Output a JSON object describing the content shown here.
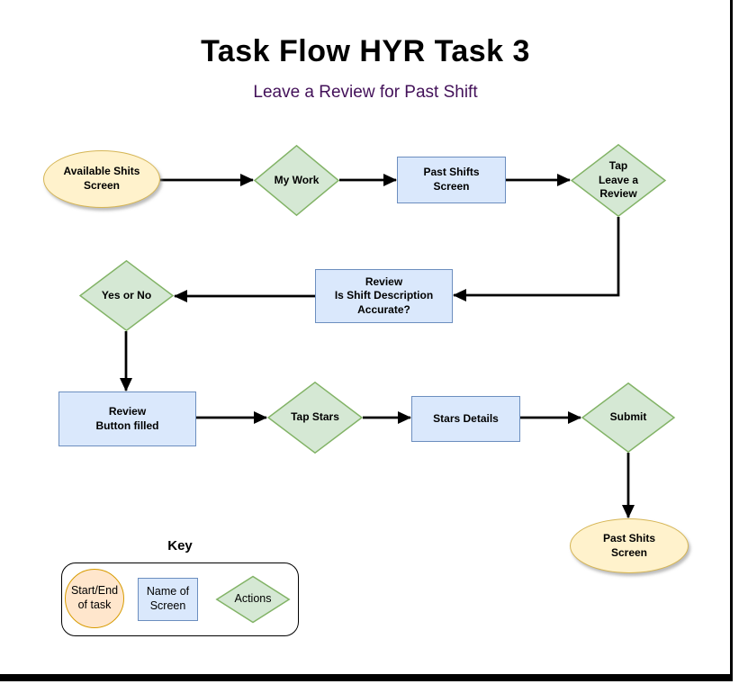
{
  "page": {
    "title": "Task Flow HYR Task 3",
    "subtitle": "Leave a Review for Past Shift"
  },
  "colors": {
    "screen_fill": "#dae8fc",
    "screen_stroke": "#6c8ebf",
    "action_fill": "#d5e8d4",
    "action_stroke": "#82b366",
    "terminal_fill": "#fff2cc",
    "terminal_stroke": "#d6b656",
    "start_end_fill": "#ffe6cc",
    "start_end_stroke": "#d79b00",
    "connector": "#000000",
    "subtitle_color": "#431159"
  },
  "nodes": {
    "available_shifts": {
      "label": "Available Shits\nScreen",
      "shape": "ellipse",
      "role": "start"
    },
    "my_work": {
      "label": "My Work",
      "shape": "diamond",
      "role": "action"
    },
    "past_shifts": {
      "label": "Past Shifts\nScreen",
      "shape": "rectangle",
      "role": "screen"
    },
    "tap_leave_review": {
      "label": "Tap\nLeave a\nReview",
      "shape": "diamond",
      "role": "action"
    },
    "review_accurate": {
      "label": "Review\nIs Shift Description\nAccurate?",
      "shape": "rectangle",
      "role": "screen"
    },
    "yes_or_no": {
      "label": "Yes or No",
      "shape": "diamond",
      "role": "action"
    },
    "review_filled": {
      "label": "Review\nButton filled",
      "shape": "rectangle",
      "role": "screen"
    },
    "tap_stars": {
      "label": "Tap Stars",
      "shape": "diamond",
      "role": "action"
    },
    "stars_details": {
      "label": "Stars Details",
      "shape": "rectangle",
      "role": "screen"
    },
    "submit": {
      "label": "Submit",
      "shape": "diamond",
      "role": "action"
    },
    "past_shits_end": {
      "label": "Past Shits\nScreen",
      "shape": "ellipse",
      "role": "end"
    }
  },
  "edges": [
    {
      "from": "available_shifts",
      "to": "my_work"
    },
    {
      "from": "my_work",
      "to": "past_shifts"
    },
    {
      "from": "past_shifts",
      "to": "tap_leave_review"
    },
    {
      "from": "tap_leave_review",
      "to": "review_accurate"
    },
    {
      "from": "review_accurate",
      "to": "yes_or_no"
    },
    {
      "from": "yes_or_no",
      "to": "review_filled"
    },
    {
      "from": "review_filled",
      "to": "tap_stars"
    },
    {
      "from": "tap_stars",
      "to": "stars_details"
    },
    {
      "from": "stars_details",
      "to": "submit"
    },
    {
      "from": "submit",
      "to": "past_shits_end"
    }
  ],
  "key": {
    "title": "Key",
    "items": [
      {
        "label": "Start/End\nof task",
        "shape": "circle"
      },
      {
        "label": "Name of\nScreen",
        "shape": "rectangle"
      },
      {
        "label": "Actions",
        "shape": "diamond"
      }
    ]
  }
}
